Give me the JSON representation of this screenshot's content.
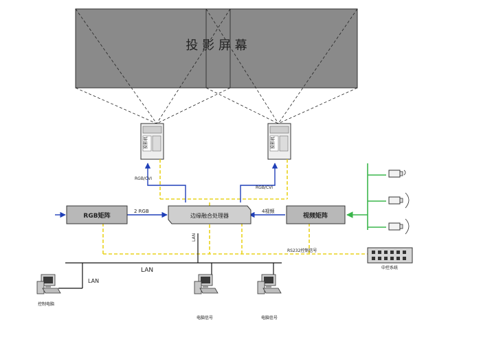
{
  "screen": {
    "label": "投 影 屏 幕"
  },
  "signals": {
    "rgb_left": "RGB/CVI",
    "rgb_right": "RGB/CVI",
    "two_rgb": "2 RGB",
    "four_video": "4视频",
    "rs232": "RS232控制信号",
    "lan_vertical": "LAN"
  },
  "devices": {
    "projector_left": "投影机",
    "projector_right": "投影机",
    "rgb_matrix": "RGB矩阵",
    "edge_processor": "边缘融合处理器",
    "video_matrix": "视频矩阵",
    "central_control": "中控系统",
    "control_pc": "控制电脑",
    "pc_a": "电脑信号",
    "pc_b": "电脑信号"
  },
  "network": {
    "lan_bus": "LAN",
    "lan_pc": "LAN"
  },
  "colors": {
    "screen_fill": "#8a8a8a",
    "device_fill": "#b8b8b8",
    "signal_blue": "#1f3fb8",
    "control_yellow": "#e9d21c",
    "video_green": "#39b54a",
    "line_black": "#111111"
  }
}
